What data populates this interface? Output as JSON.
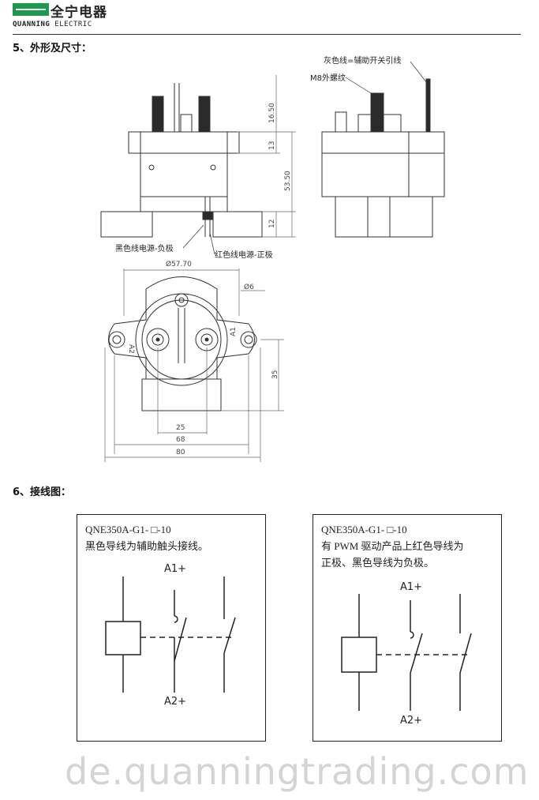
{
  "header": {
    "company_cn": "全宁电器",
    "company_en_prefix": "QUANNING",
    "company_en_suffix": "ELECTRIC"
  },
  "section5": {
    "title": "5、外形及尺寸：",
    "labels": {
      "gray_wire": "灰色线=辅助开关引线",
      "m8_thread": "M8外螺纹",
      "black_wire": "黑色线电源-负极",
      "red_wire": "红色线电源-正极"
    },
    "dimensions": {
      "d1": "16.50",
      "d2": "13",
      "d3": "53.50",
      "d4": "12",
      "diameter": "Ø57.70",
      "hole": "Ø6",
      "d5": "35",
      "w1": "25",
      "w2": "68",
      "w3": "80"
    },
    "terminals": {
      "a2": "A2",
      "a1": "A1"
    }
  },
  "section6": {
    "title": "6、接线图：",
    "box1": {
      "text": "QNE350A-G1- □-10\n黑色导线为辅助触头接线。",
      "a1": "A1+",
      "a2": "A2+"
    },
    "box2": {
      "text": "QNE350A-G1- □-10\n有 PWM 驱动产品上红色导线为\n正极、黑色导线为负极。",
      "a1": "A1+",
      "a2": "A2+"
    }
  },
  "watermark": "de.quanningtrading.com"
}
